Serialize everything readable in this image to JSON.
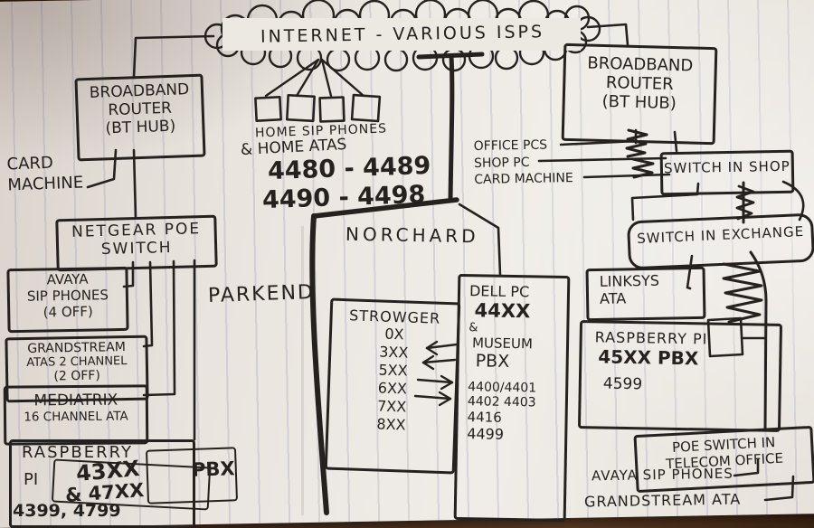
{
  "colors": {
    "ink": "#25211e",
    "paper": "#ece8e2",
    "table": "#4a2d1a"
  },
  "cloud": {
    "label": "INTERNET - VARIOUS ISPS"
  },
  "left": {
    "router": {
      "l1": "BROADBAND",
      "l2": "ROUTER",
      "l3": "(BT HUB)"
    },
    "card_machine": {
      "l1": "CARD",
      "l2": "MACHINE"
    },
    "netgear": {
      "l1": "NETGEAR POE",
      "l2": "SWITCH"
    },
    "avaya": {
      "l1": "AVAYA",
      "l2": "SIP PHONES",
      "l3": "(4 OFF)"
    },
    "grandstream": {
      "l1": "GRANDSTREAM",
      "l2": "ATAS 2 CHANNEL",
      "l3": "(2 OFF)"
    },
    "mediatrix": {
      "l1": "MEDIATRIX",
      "l2": "16 CHANNEL ATA"
    },
    "raspberry": {
      "l1": "RASPBERRY",
      "l2": "PI",
      "l3": "43XX",
      "l4": "& 47XX",
      "l5": "PBX",
      "l6": "4399, 4799"
    }
  },
  "middle": {
    "home": {
      "l1": "HOME SIP PHONES",
      "l2": "& HOME ATAS",
      "r1": "4480 - 4489",
      "r2": "4490 - 4498"
    },
    "site_parkend": "PARKEND",
    "site_norchard": "NORCHARD",
    "strowger": {
      "title": "STROWGER",
      "levels": [
        "0X",
        "3XX",
        "5XX",
        "6XX",
        "7XX",
        "8XX"
      ]
    },
    "dell": {
      "l1": "DELL PC",
      "l2": "44XX",
      "l3": "&",
      "l4": "MUSEUM",
      "l5": "PBX",
      "n1": "4400/4401",
      "n2": "4402 4403",
      "n3": "4416",
      "n4": "4499"
    }
  },
  "right": {
    "router": {
      "l1": "BROADBAND",
      "l2": "ROUTER",
      "l3": "(BT HUB)"
    },
    "clients": {
      "l1": "OFFICE PCS",
      "l2": "SHOP PC",
      "l3": "CARD MACHINE"
    },
    "switch_shop": "SWITCH IN SHOP",
    "switch_exchange": "SWITCH IN EXCHANGE",
    "linksys": {
      "l1": "LINKSYS",
      "l2": "ATA"
    },
    "raspberry": {
      "l1": "RASPBERRY PI",
      "l2": "45XX PBX",
      "l3": "4599"
    },
    "poe": {
      "l1": "POE SWITCH IN",
      "l2": "TELECOM OFFICE"
    },
    "avaya": "AVAYA SIP PHONES",
    "grandstream": "GRANDSTREAM ATA"
  }
}
